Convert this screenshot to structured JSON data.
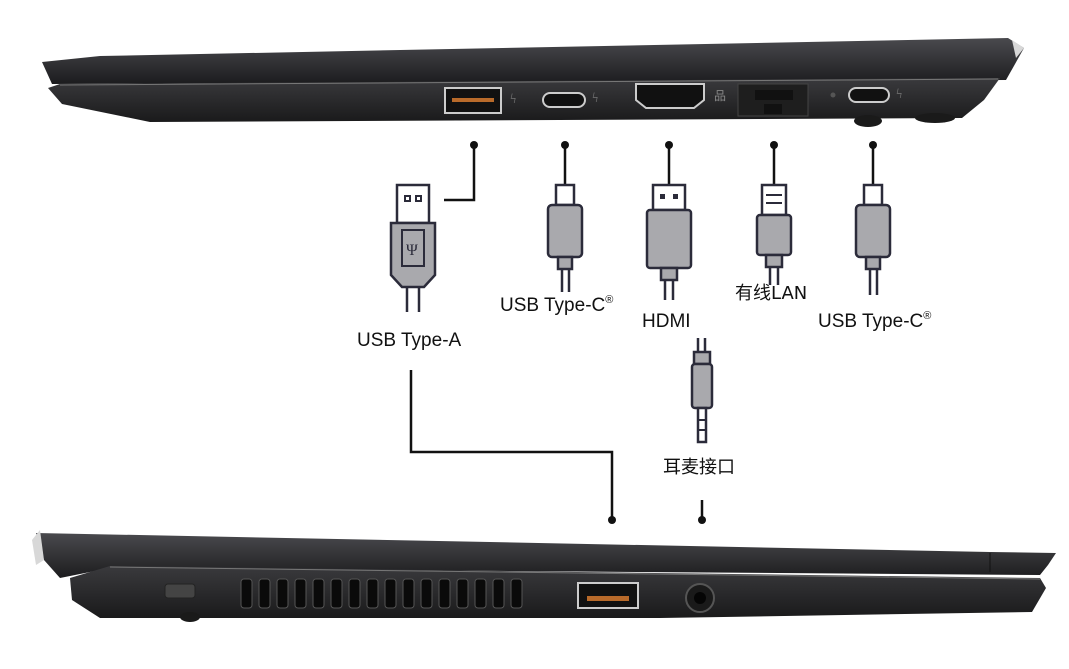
{
  "labels": {
    "usb_a": "USB Type-A",
    "usb_c_1": "USB Type-C",
    "usb_c_2": "USB Type-C",
    "registered": "®",
    "hdmi": "HDMI",
    "lan": "有线LAN",
    "audio": "耳麦接口"
  },
  "colors": {
    "laptop_body": "#2a2a2c",
    "plug_fill": "#a9a9ad",
    "line": "#111111"
  }
}
